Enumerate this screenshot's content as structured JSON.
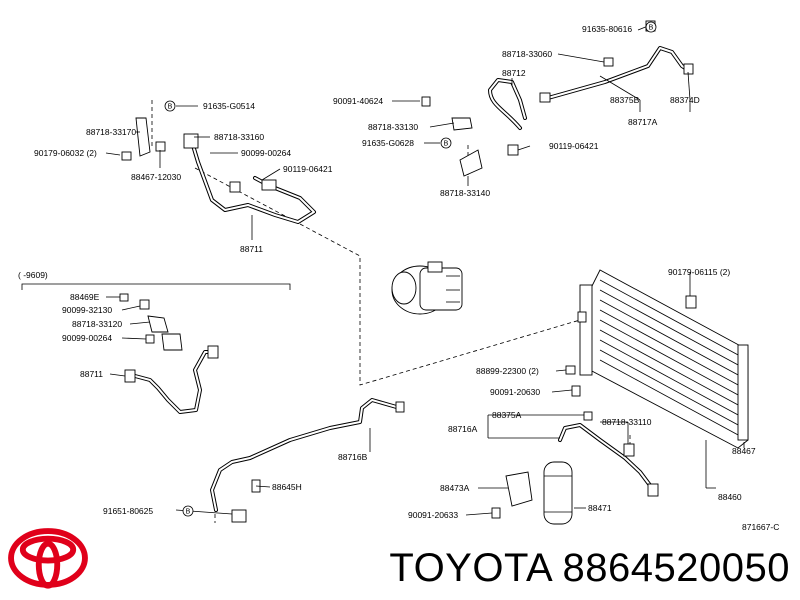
{
  "diagram": {
    "labels": {
      "p91635_80616": "91635-80616",
      "p88718_33060": "88718-33060",
      "p88712": "88712",
      "p88375b": "88375B",
      "p88374d": "88374D",
      "p88717a": "88717A",
      "p90091_40624": "90091-40624",
      "p88718_33130": "88718-33130",
      "p91635_g0628": "91635-G0628",
      "p90119_06421_b": "90119-06421",
      "p88718_33140": "88718-33140",
      "p91635_g0514": "91635-G0514",
      "p88718_33170": "88718-33170",
      "p88718_33160": "88718-33160",
      "p90179_06032": "90179-06032 (2)",
      "p90099_00264_a": "90099-00264",
      "p88467_12030": "88467-12030",
      "p90119_06421_a": "90119-06421",
      "p88711_a": "88711",
      "range_note": "(      -9609)",
      "p88469e": "88469E",
      "p90099_32130": "90099-32130",
      "p88718_33120": "88718-33120",
      "p90099_00264_b": "90099-00264",
      "p88711_b": "88711",
      "p90179_06115": "90179-06115 (2)",
      "p88899_22300": "88899-22300 (2)",
      "p90091_20630": "90091-20630",
      "p88375a": "88375A",
      "p88716a": "88716A",
      "p88718_33110": "88718-33110",
      "p88716b": "88716B",
      "p88645h": "88645H",
      "p88473a": "88473A",
      "p88471": "88471",
      "p90091_20633": "90091-20633",
      "p91651_80625": "91651-80625",
      "p88467": "88467",
      "p88460": "88460",
      "fig_code": "871667-C"
    },
    "bubble_letter": "B"
  },
  "brand": {
    "logo_icon": "toyota-logo-icon",
    "logo_color": "#e0001a",
    "part_number": "TOYOTA 8864520050"
  }
}
